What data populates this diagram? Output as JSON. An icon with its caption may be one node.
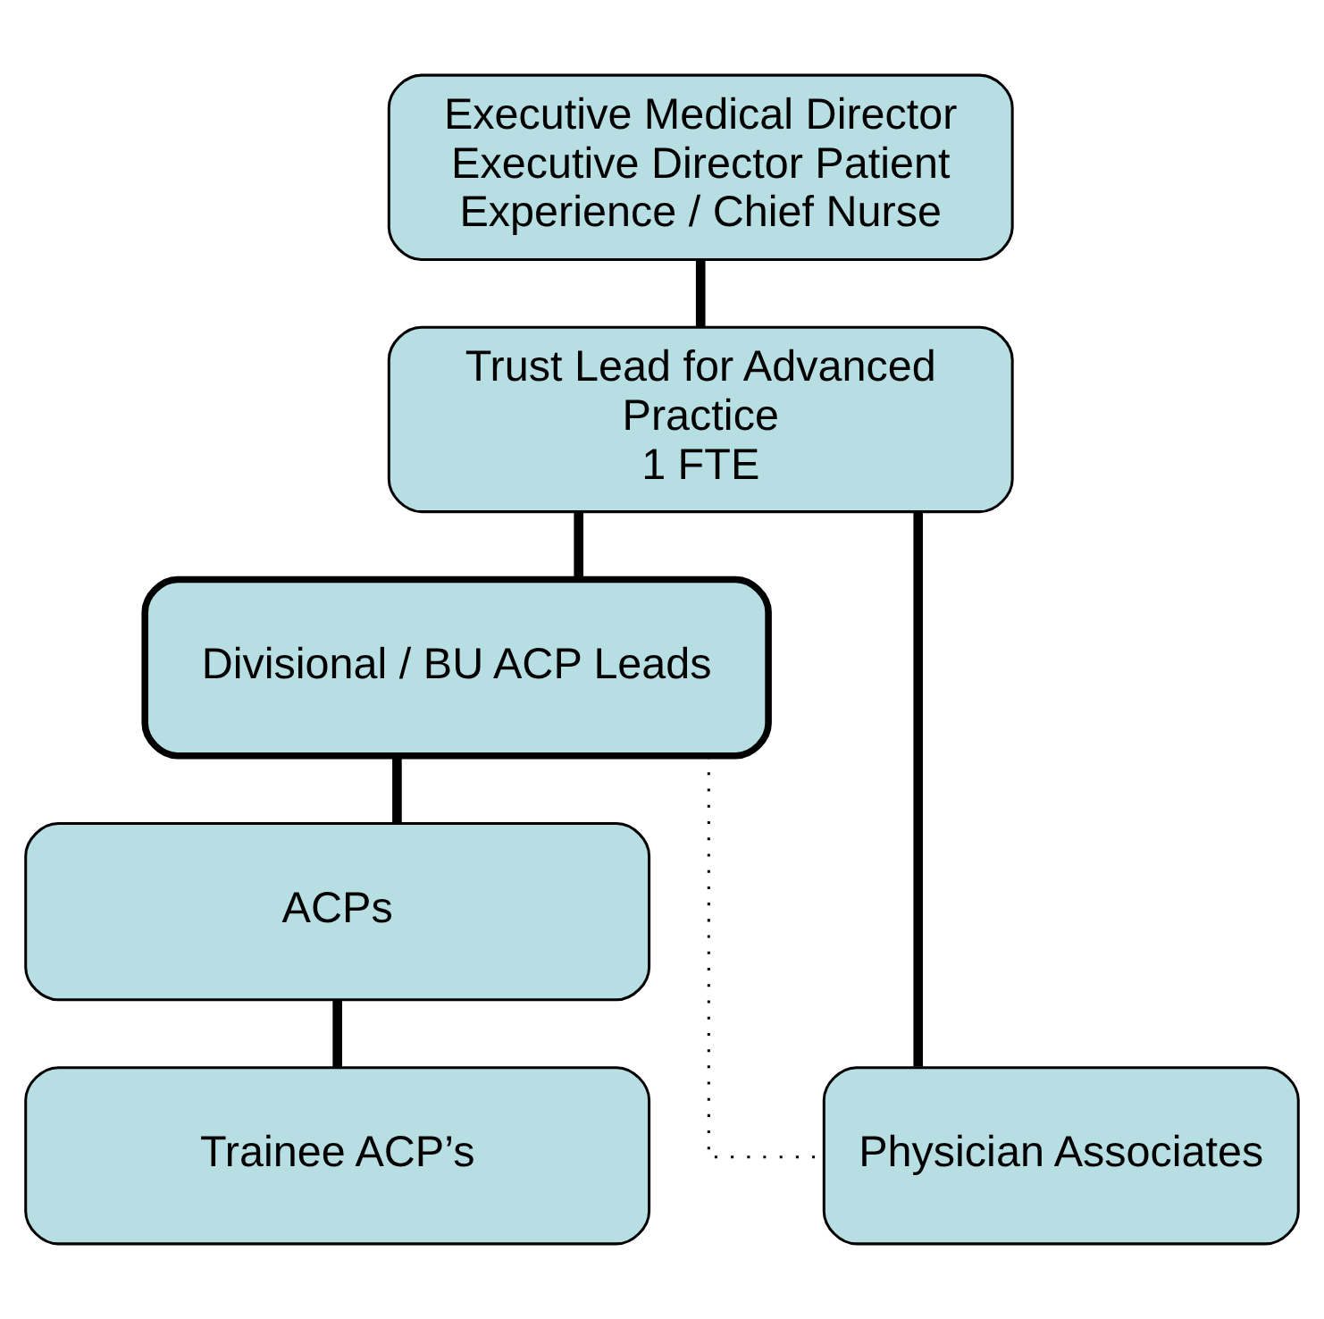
{
  "diagram": {
    "nodes": [
      {
        "text": [
          "Executive Medical Director",
          "Executive Director Patient Experience / Chief Nurse"
        ]
      },
      {
        "text": [
          "Trust Lead for Advanced Practice",
          "1 FTE"
        ]
      },
      {
        "text": [
          "Divisional / BU ACP Leads"
        ]
      },
      {
        "text": [
          "ACPs"
        ]
      },
      {
        "text": [
          "Trainee ACP’s"
        ]
      },
      {
        "text": [
          "Physician Associates"
        ]
      }
    ],
    "edges": [
      {
        "from": 0,
        "to": 1,
        "arrow": "none"
      },
      {
        "from": 1,
        "to": 2,
        "arrow": "none"
      },
      {
        "from": 2,
        "to": 3,
        "arrow": "none"
      },
      {
        "from": 3,
        "to": 4,
        "arrow": "none"
      },
      {
        "from": 1,
        "to": 5,
        "arrow": "none"
      },
      {
        "from": 2,
        "to": 5,
        "arrow": "none",
        "style": "dashed"
      }
    ]
  }
}
